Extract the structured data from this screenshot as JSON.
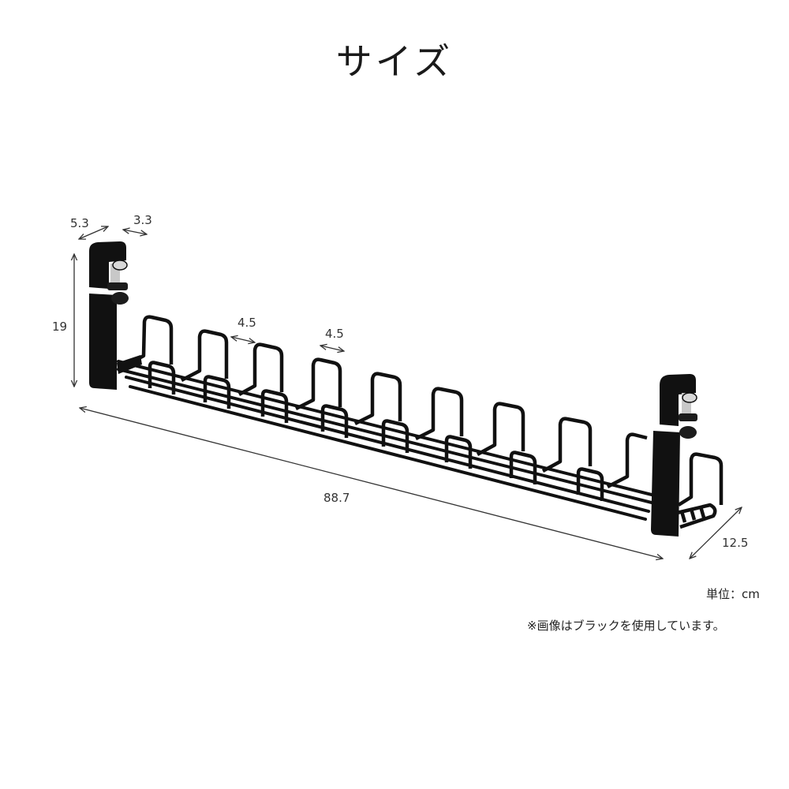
{
  "title": "サイズ",
  "dimensions": {
    "clamp_depth": "5.3",
    "clamp_gap": "3.3",
    "height": "19",
    "slot_spacing_a": "4.5",
    "slot_spacing_b": "4.5",
    "length": "88.7",
    "width": "12.5"
  },
  "unit_note": "単位：cm",
  "image_note": "※画像はブラックを使用しています。",
  "colors": {
    "product": "#111111",
    "dimension_line": "#333333",
    "text": "#222222",
    "screw_metal": "#c8c8c8"
  }
}
